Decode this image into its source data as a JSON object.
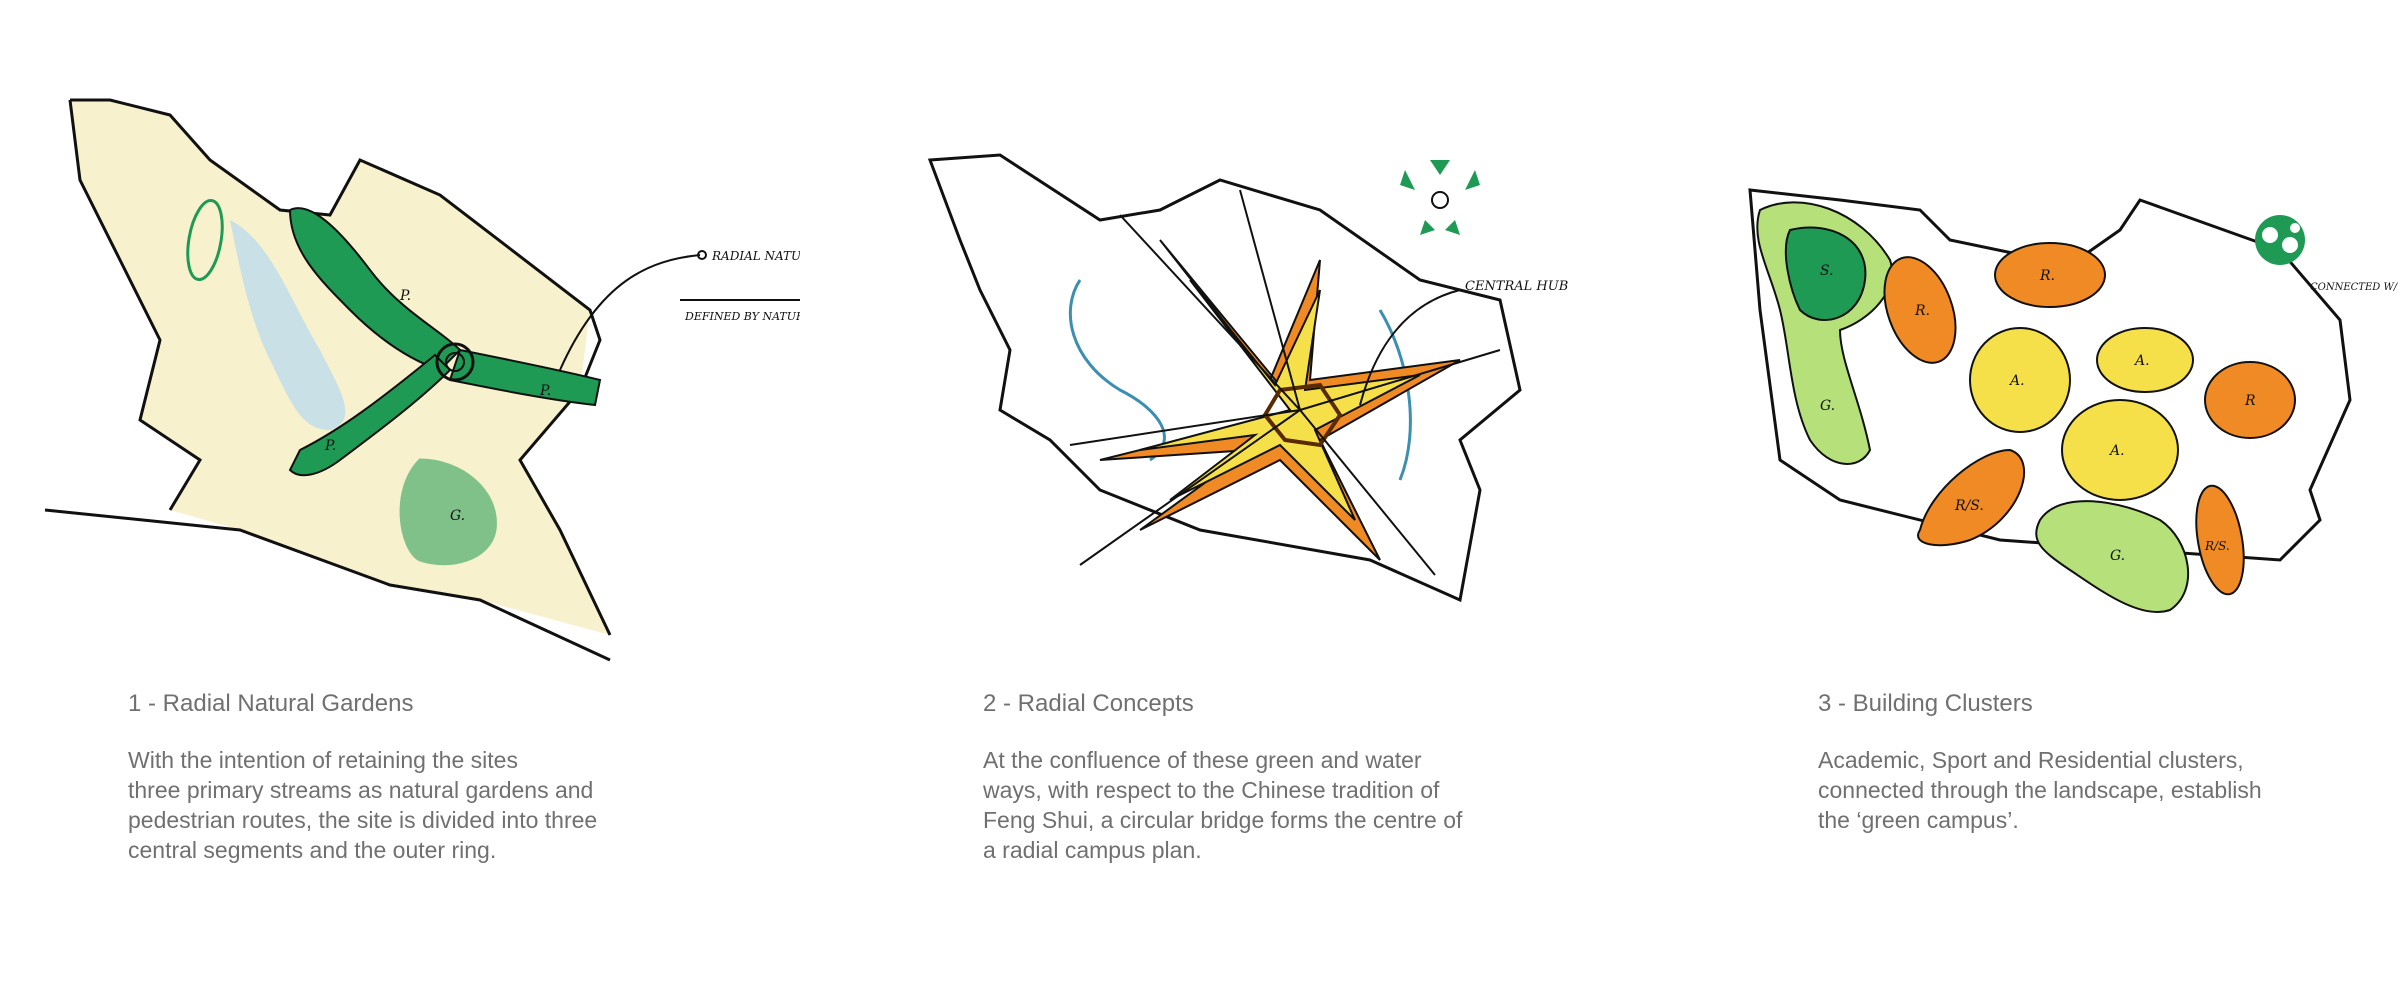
{
  "panels": [
    {
      "title": "1 - Radial Natural Gardens",
      "body": "With the intention of retaining the sites\nthree primary streams as natural gardens and\npedestrian routes, the site is divided into three\ncentral segments and the outer ring.",
      "annotation_main": "RADIAL NATURAL GARDENS",
      "annotation_sub": "DEFINED BY NATURE",
      "labels": [
        "P.",
        "P.",
        "P.",
        "G."
      ]
    },
    {
      "title": "2 - Radial Concepts",
      "body": "At the confluence of these green and water\nways, with respect to the Chinese tradition of\nFeng Shui, a circular bridge forms the centre of\na radial campus plan.",
      "annotation_main": "CENTRAL HUB"
    },
    {
      "title": "3 - Building Clusters",
      "body": "Academic, Sport and Residential clusters,\nconnected through the landscape, establish\nthe ‘green campus’.",
      "annotation_main": "CONNECTED W/ GARDENS",
      "labels": [
        "S.",
        "G.",
        "R.",
        "R.",
        "A.",
        "A.",
        "A.",
        "R",
        "R/S.",
        "G.",
        "R/S."
      ]
    }
  ],
  "colors": {
    "caption": "#707070",
    "green_dark": "#1f9a55",
    "green_light": "#b5e07a",
    "orange": "#f08a24",
    "yellow": "#f6e04a",
    "water": "#bcdcec",
    "site_fill": "#f7efc8"
  }
}
